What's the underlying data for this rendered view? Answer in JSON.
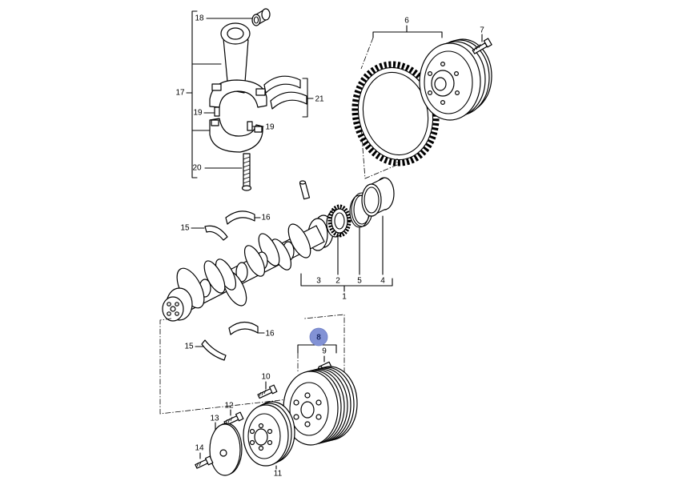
{
  "callouts": [
    "18",
    "17",
    "19",
    "19",
    "21",
    "20",
    "6",
    "7",
    "15",
    "16",
    "3",
    "2",
    "5",
    "4",
    "1",
    "16",
    "15",
    "8",
    "9",
    "10",
    "12",
    "13",
    "14",
    "11"
  ],
  "colors": {
    "highlight": "#8292d5",
    "line": "#000000",
    "background": "#ffffff"
  }
}
